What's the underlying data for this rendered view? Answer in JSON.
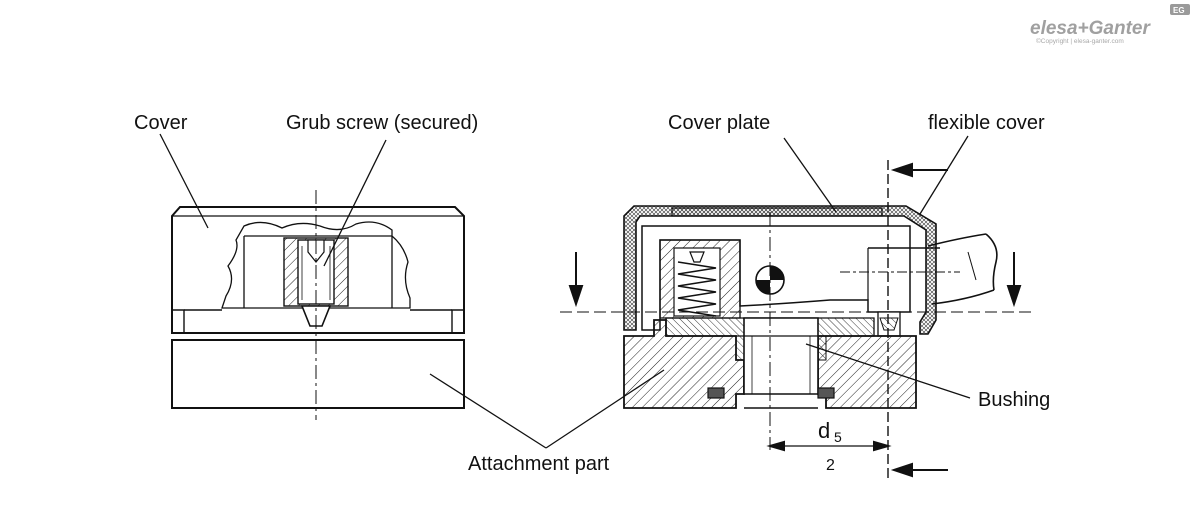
{
  "brand": {
    "logo_text": "elesa+Ganter",
    "badge": "EG",
    "copyright": "©Copyright | elesa-ganter.com"
  },
  "labels": {
    "cover": "Cover",
    "grub_screw": "Grub screw (secured)",
    "attachment_part": "Attachment part",
    "cover_plate": "Cover plate",
    "flexible_cover": "flexible cover",
    "bushing": "Bushing"
  },
  "dimension": {
    "numerator": "d",
    "subscript": "5",
    "denominator": "2"
  }
}
